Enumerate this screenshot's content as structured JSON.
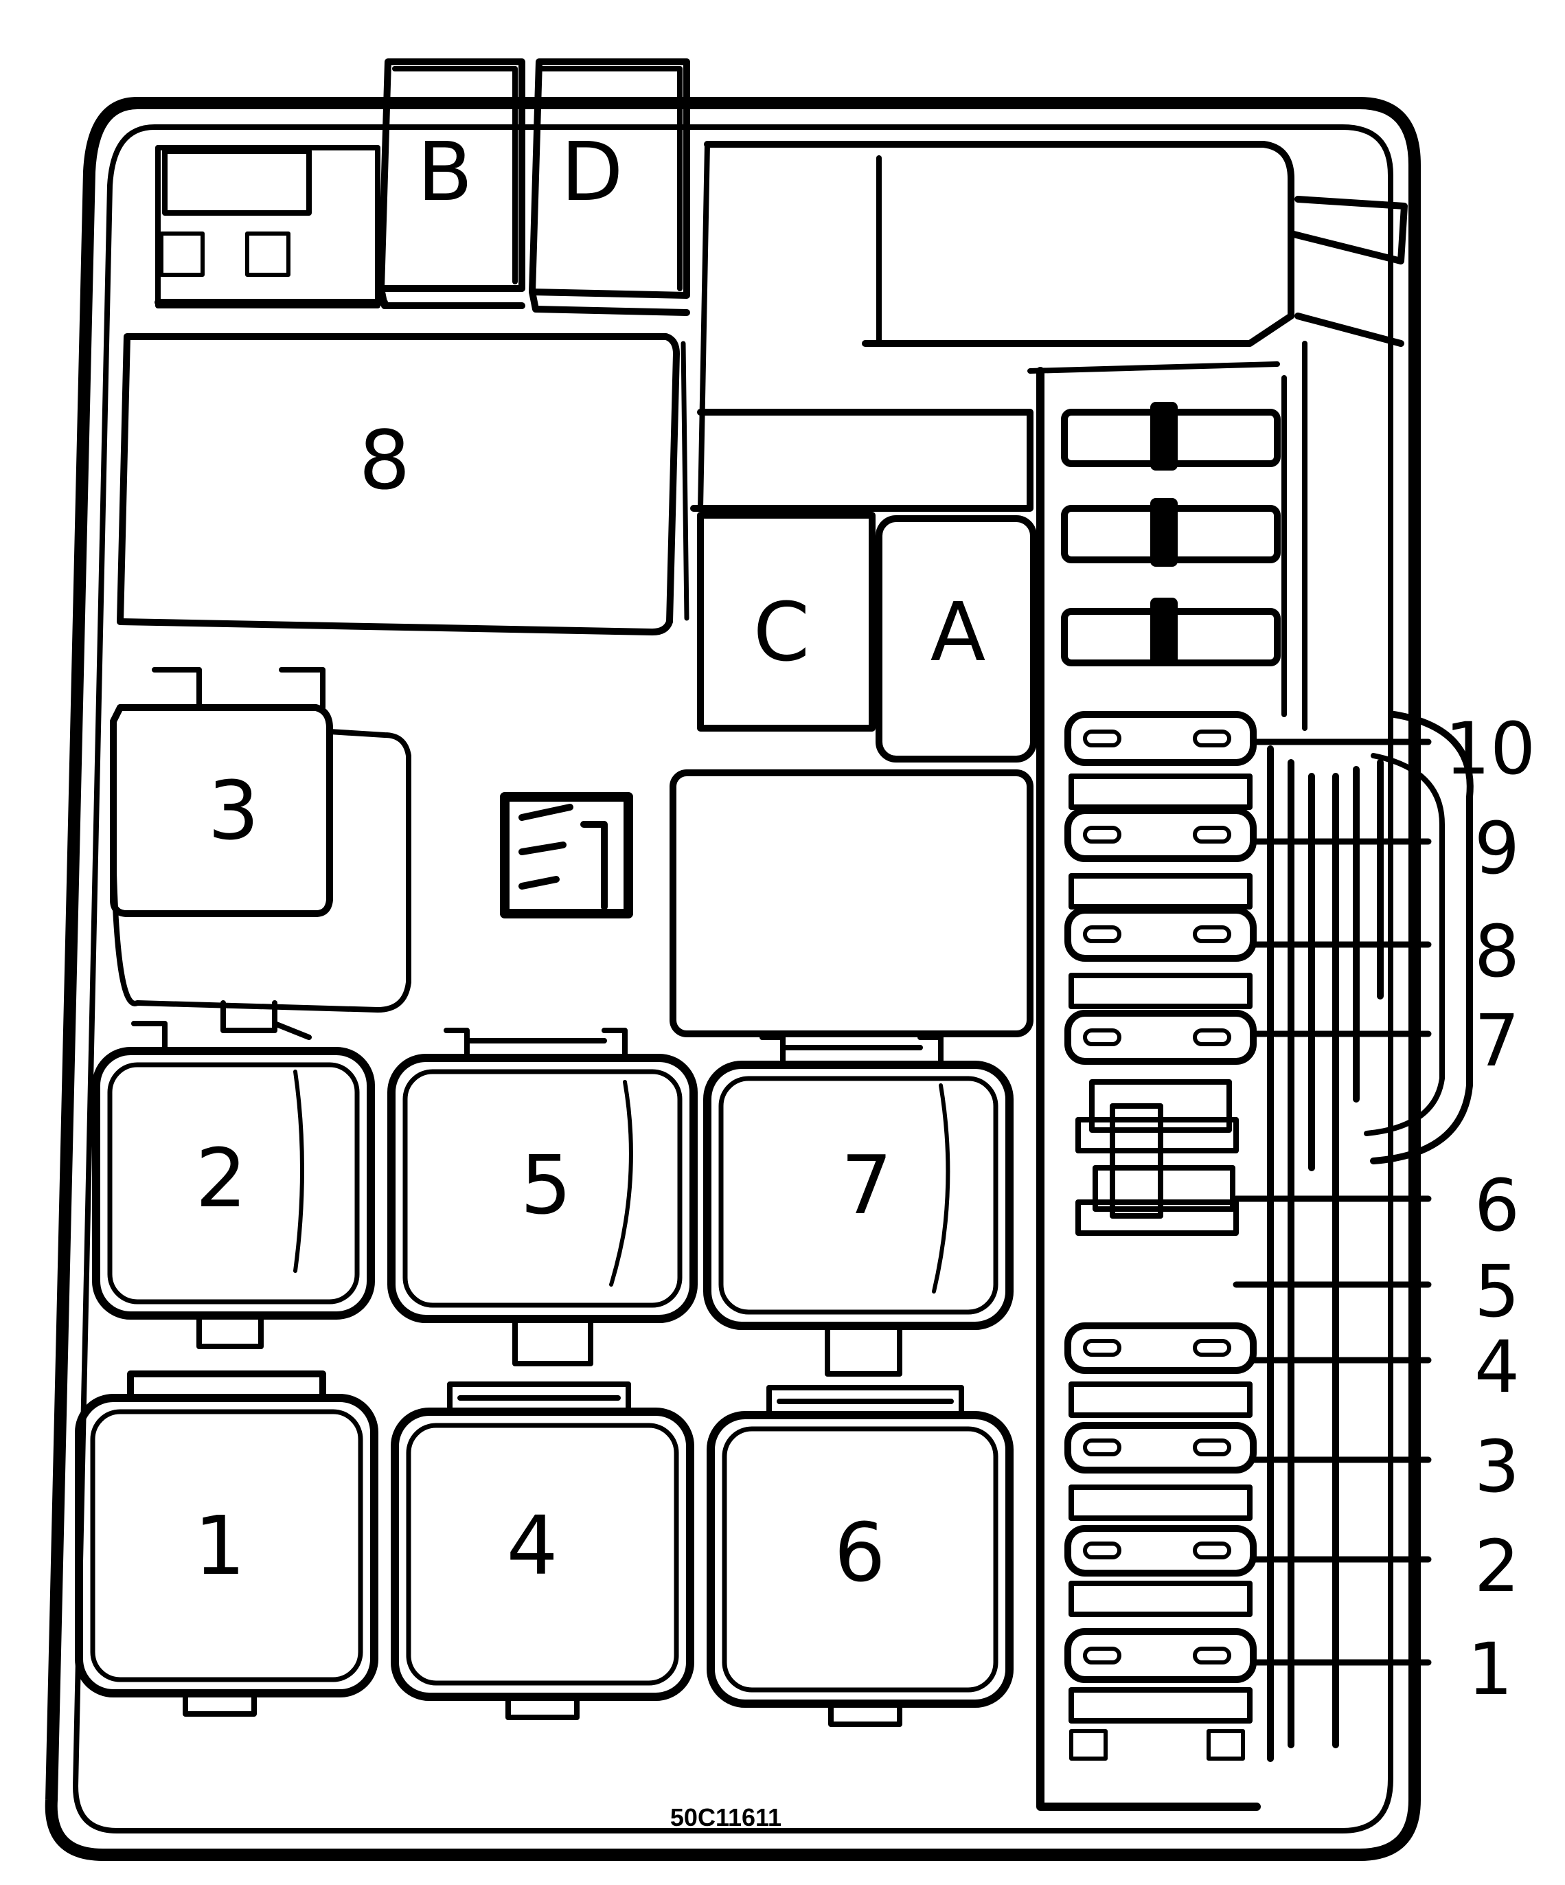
{
  "figure_code": "50C11611",
  "large_labels": {
    "relay_b": "B",
    "relay_d": "D",
    "block_8": "8",
    "relay_c": "C",
    "relay_a": "A"
  },
  "relay_labels": {
    "r1": "1",
    "r2": "2",
    "r3": "3",
    "r4": "4",
    "r5": "5",
    "r6": "6",
    "r7": "7"
  },
  "fuse_callouts": [
    "10",
    "9",
    "8",
    "7",
    "6",
    "5",
    "4",
    "3",
    "2",
    "1"
  ]
}
